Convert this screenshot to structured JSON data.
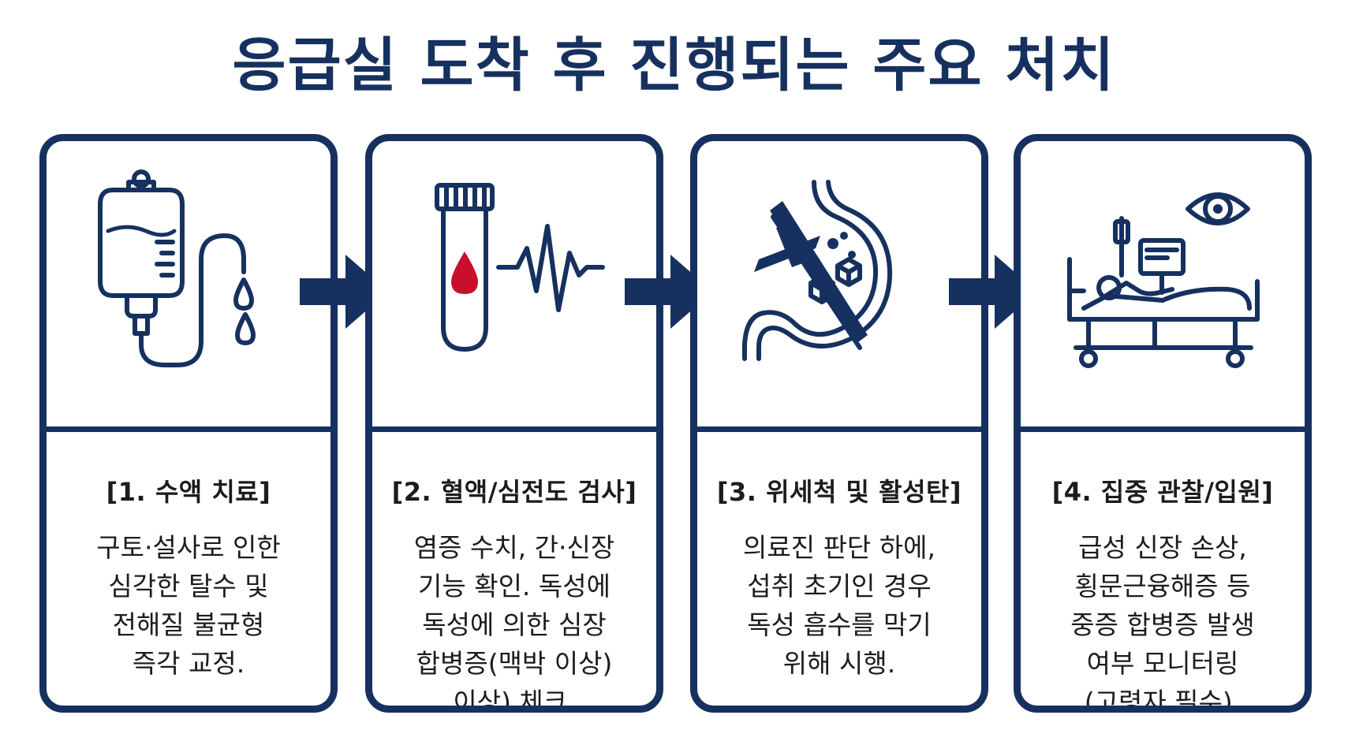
{
  "title": "응급실 도착 후 진행되는 주요 처치",
  "colors": {
    "navy": "#16315f",
    "blood": "#c8102e",
    "text": "#1c1c1c"
  },
  "steps": [
    {
      "icon": "iv-bag-icon",
      "heading": "[1. 수액 치료]",
      "lines": [
        "구토·설사로 인한",
        "심각한 탈수 및",
        "전해질 불균형",
        "즉각 교정."
      ]
    },
    {
      "icon": "blood-test-tube-ecg-icon",
      "heading": "[2. 혈액/심전도 검사]",
      "lines": [
        "염증 수치, 간·신장",
        "기능 확인. 독성에",
        "독성에 의한  심장",
        "합병증(맥박 이상)",
        "이상) 체크."
      ]
    },
    {
      "icon": "stomach-no-charcoal-icon",
      "heading": "[3. 위세척 및 활성탄]",
      "lines": [
        "의료진 판단 하에,",
        "섭취 초기인 경우",
        "독성 흡수를 막기",
        "위해 시행."
      ]
    },
    {
      "icon": "hospital-bed-monitor-eye-icon",
      "heading": "[4. 집중 관찰/입원]",
      "lines": [
        "급성 신장 손상,",
        "횡문근융해증 등",
        "중증 합병증 발생",
        "여부 모니터링",
        "(고령자 필수)."
      ]
    }
  ]
}
